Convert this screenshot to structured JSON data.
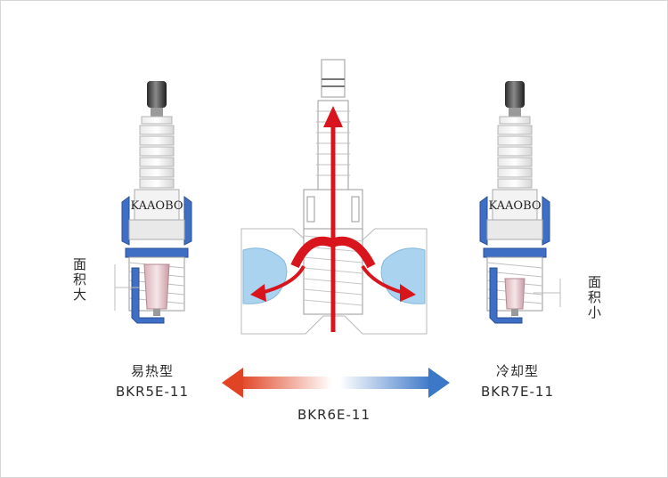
{
  "left_plug": {
    "brand": "KAAOBO",
    "area_label": "面积大",
    "type_label": "易热型",
    "model": "BKR5E-11"
  },
  "right_plug": {
    "brand": "KAAOBO",
    "area_label": "面积小",
    "type_label": "冷却型",
    "model": "BKR7E-11"
  },
  "center": {
    "model": "BKR6E-11"
  },
  "colors": {
    "hot": "#e04424",
    "cold": "#3d78c8",
    "heat_arrow": "#d8141c",
    "gasket": "#3f6fc4",
    "cooling_water": "#a9d3ee"
  }
}
